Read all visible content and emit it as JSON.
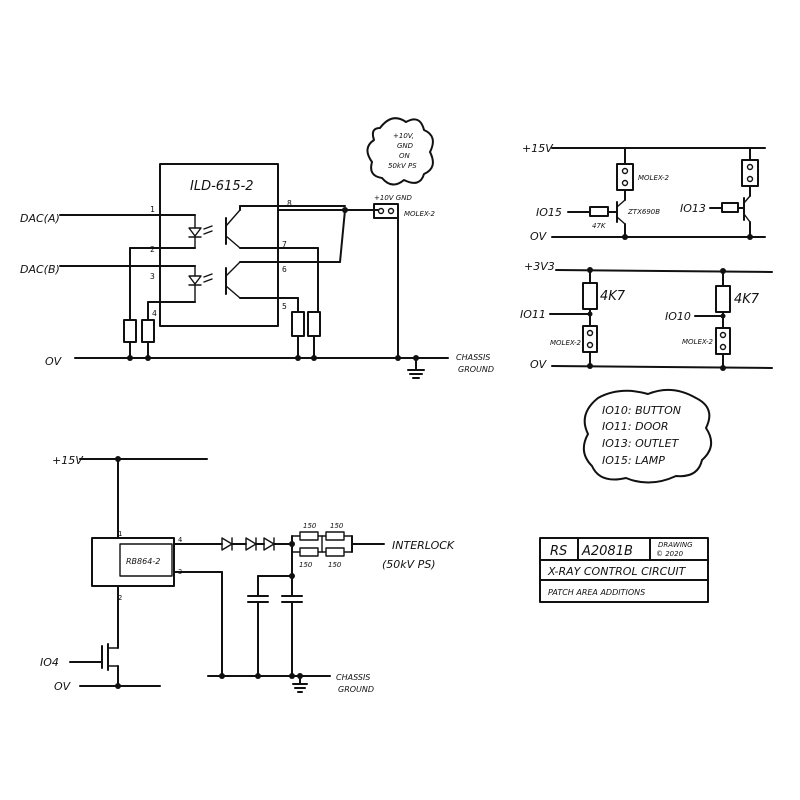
{
  "optocoupler": {
    "chip": "ILD-615-2",
    "input_a": "DAC(A)",
    "input_b": "DAC(B)",
    "pins": [
      "1",
      "2",
      "3",
      "4",
      "5",
      "6",
      "7",
      "8"
    ],
    "ov": "OV",
    "chassis_ground": [
      "CHASSIS",
      "GROUND"
    ],
    "connector_top": "+10V  GND",
    "connector_name": "MOLEX-2",
    "cloud_note": [
      "+10V,",
      "GND",
      "ON",
      "50kV PS"
    ]
  },
  "right_top": {
    "rail": "+15V",
    "ov": "OV",
    "io15": "IO15",
    "io13": "IO13",
    "resistor": "47K",
    "transistor": "ZTX690B",
    "connector": "MOLEX-2"
  },
  "right_mid": {
    "rail": "+3V3",
    "ov": "OV",
    "io11": "IO11",
    "io10": "IO10",
    "res_left": "4K7",
    "res_right": "4K7",
    "conn_left": "MOLEX-2",
    "conn_right": "MOLEX-2"
  },
  "legend": {
    "items": [
      "IO10: BUTTON",
      "IO11: DOOR",
      "IO13: OUTLET",
      "IO15: LAMP"
    ]
  },
  "bottom_left": {
    "rail": "+15V",
    "ov": "OV",
    "io04": "IO4",
    "relay": "RB864-2",
    "pins": [
      "1",
      "2",
      "3",
      "4"
    ],
    "resistors_top": [
      "150",
      "150"
    ],
    "resistors_bottom": [
      "150",
      "150"
    ],
    "interlock": "INTERLOCK",
    "interlock_sub": "(50kV PS)",
    "chassis_ground": [
      "CHASSIS",
      "GROUND"
    ]
  },
  "title_block": {
    "initials": "RS",
    "drawing_no": "A2081B",
    "drawn": "DRAWING",
    "year": "© 2020",
    "title": "X-RAY CONTROL CIRCUIT",
    "subtitle": "PATCH AREA ADDITIONS"
  }
}
